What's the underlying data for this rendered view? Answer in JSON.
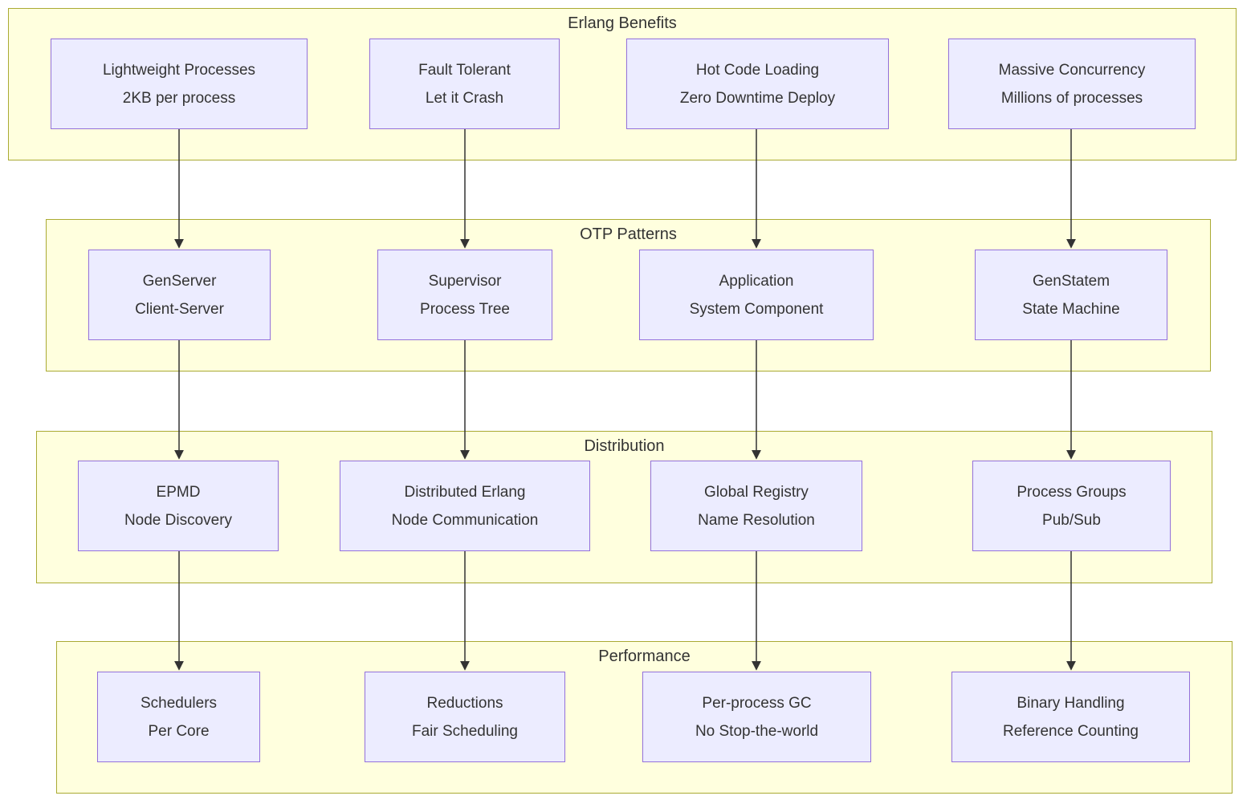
{
  "diagram": {
    "groups": [
      {
        "title": "Erlang Benefits",
        "nodes": [
          {
            "line1": "Lightweight Processes",
            "line2": "2KB per process"
          },
          {
            "line1": "Fault Tolerant",
            "line2": "Let it Crash"
          },
          {
            "line1": "Hot Code Loading",
            "line2": "Zero Downtime Deploy"
          },
          {
            "line1": "Massive Concurrency",
            "line2": "Millions of processes"
          }
        ]
      },
      {
        "title": "OTP Patterns",
        "nodes": [
          {
            "line1": "GenServer",
            "line2": "Client-Server"
          },
          {
            "line1": "Supervisor",
            "line2": "Process Tree"
          },
          {
            "line1": "Application",
            "line2": "System Component"
          },
          {
            "line1": "GenStatem",
            "line2": "State Machine"
          }
        ]
      },
      {
        "title": "Distribution",
        "nodes": [
          {
            "line1": "EPMD",
            "line2": "Node Discovery"
          },
          {
            "line1": "Distributed Erlang",
            "line2": "Node Communication"
          },
          {
            "line1": "Global Registry",
            "line2": "Name Resolution"
          },
          {
            "line1": "Process Groups",
            "line2": "Pub/Sub"
          }
        ]
      },
      {
        "title": "Performance",
        "nodes": [
          {
            "line1": "Schedulers",
            "line2": "Per Core"
          },
          {
            "line1": "Reductions",
            "line2": "Fair Scheduling"
          },
          {
            "line1": "Per-process GC",
            "line2": "No Stop-the-world"
          },
          {
            "line1": "Binary Handling",
            "line2": "Reference Counting"
          }
        ]
      }
    ],
    "edges": [
      {
        "from": "Lightweight Processes",
        "to": "GenServer"
      },
      {
        "from": "Fault Tolerant",
        "to": "Supervisor"
      },
      {
        "from": "Hot Code Loading",
        "to": "Application"
      },
      {
        "from": "Massive Concurrency",
        "to": "GenStatem"
      },
      {
        "from": "GenServer",
        "to": "EPMD"
      },
      {
        "from": "Supervisor",
        "to": "Distributed Erlang"
      },
      {
        "from": "Application",
        "to": "Global Registry"
      },
      {
        "from": "GenStatem",
        "to": "Process Groups"
      },
      {
        "from": "EPMD",
        "to": "Schedulers"
      },
      {
        "from": "Distributed Erlang",
        "to": "Reductions"
      },
      {
        "from": "Global Registry",
        "to": "Per-process GC"
      },
      {
        "from": "Process Groups",
        "to": "Binary Handling"
      }
    ],
    "colors": {
      "group_fill": "#ffffde",
      "group_border": "#aaaa33",
      "node_fill": "#ececff",
      "node_border": "#9370db",
      "text": "#333333",
      "arrow": "#333333"
    }
  }
}
